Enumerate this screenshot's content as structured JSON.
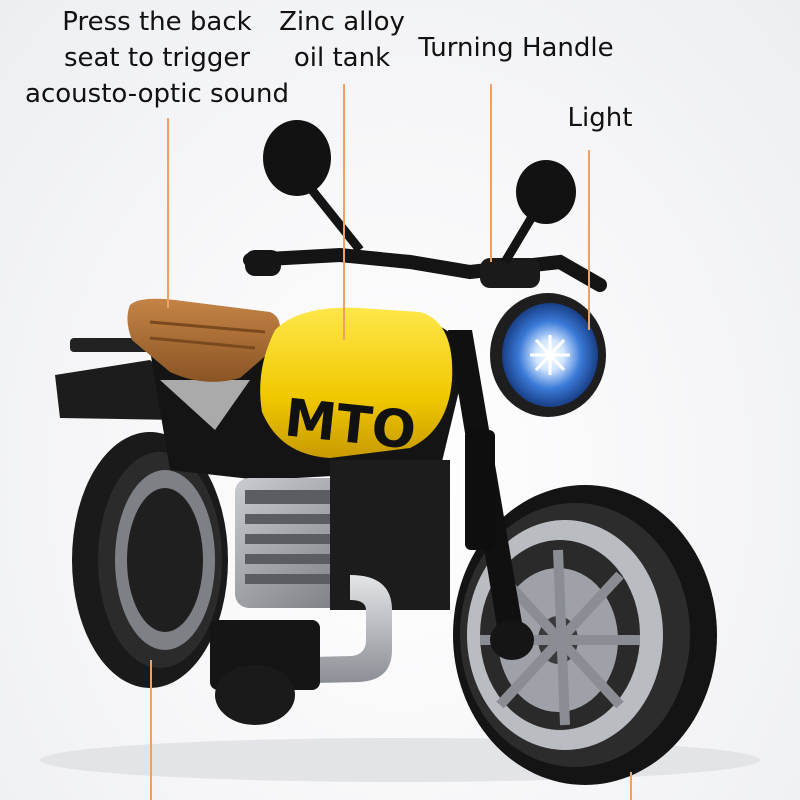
{
  "callouts": {
    "seat": {
      "lines": [
        "Press the back",
        "seat to trigger",
        "acousto-optic sound"
      ]
    },
    "tank": {
      "lines": [
        "Zinc alloy",
        "oil tank"
      ]
    },
    "handle": {
      "lines": [
        "Turning Handle"
      ]
    },
    "light": {
      "lines": [
        "Light"
      ]
    }
  },
  "colors": {
    "leader": "#f0a060",
    "tank_yellow": "#f4d20a",
    "seat_brown": "#a86a32",
    "headlight_blue": "#2e6fd6",
    "body_black": "#151515",
    "engine_silver": "#9a9ea4"
  },
  "tank_lettering": "MTO"
}
